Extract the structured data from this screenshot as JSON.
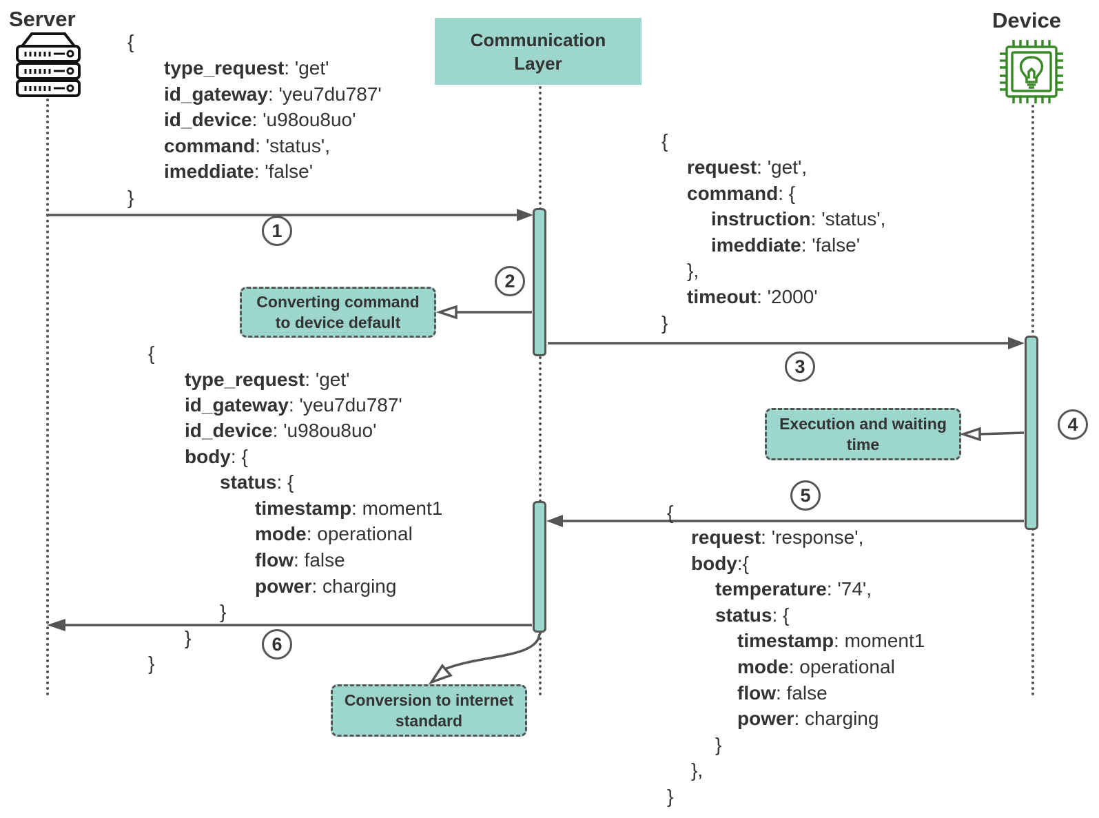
{
  "actors": {
    "server": "Server",
    "communication_layer_line1": "Communication",
    "communication_layer_line2": "Layer",
    "device": "Device"
  },
  "notes": {
    "converting_line1": "Converting command",
    "converting_line2": "to device default",
    "execution_line1": "Execution and waiting",
    "execution_line2": "time",
    "conversion_line1": "Conversion to internet",
    "conversion_line2": "standard"
  },
  "steps": [
    "1",
    "2",
    "3",
    "4",
    "5",
    "6"
  ],
  "colors": {
    "teal": "#9dd6cc",
    "line": "#555555",
    "device_icon": "#3a8a2a"
  },
  "icons": {
    "server": "server-icon",
    "device": "chip-lightbulb-icon"
  },
  "messages": {
    "request1": [
      {
        "k": "",
        "v": "{"
      },
      {
        "k": "type_request",
        "v": ": 'get'"
      },
      {
        "k": "id_gateway",
        "v": ": 'yeu7du787'"
      },
      {
        "k": "id_device",
        "v": ": 'u98ou8uo'"
      },
      {
        "k": "command",
        "v": ": 'status',"
      },
      {
        "k": "imeddiate",
        "v": ": 'false'"
      },
      {
        "k": "",
        "v": "}"
      }
    ],
    "request3": [
      {
        "k": "",
        "v": "{"
      },
      {
        "k": "request",
        "v": ": 'get',"
      },
      {
        "k": "command",
        "v": ": {"
      },
      {
        "k": "instruction",
        "v": ": 'status',"
      },
      {
        "k": "imeddiate",
        "v": ": 'false'"
      },
      {
        "k": "",
        "v": "},"
      },
      {
        "k": "timeout",
        "v": ": '2000'"
      },
      {
        "k": "",
        "v": "}"
      }
    ],
    "response5": [
      {
        "k": "",
        "v": "{"
      },
      {
        "k": "request",
        "v": ": 'response',"
      },
      {
        "k": "body",
        "v": ":{"
      },
      {
        "k": "temperature",
        "v": ": '74',"
      },
      {
        "k": "status",
        "v": ": {"
      },
      {
        "k": "timestamp",
        "v": ": moment1"
      },
      {
        "k": "mode",
        "v": ": operational"
      },
      {
        "k": "flow",
        "v": ": false"
      },
      {
        "k": "power",
        "v": ": charging"
      },
      {
        "k": "",
        "v": "}"
      },
      {
        "k": "",
        "v": "},"
      },
      {
        "k": "",
        "v": "}"
      }
    ],
    "response6": [
      {
        "k": "",
        "v": "{"
      },
      {
        "k": "type_request",
        "v": ": 'get'"
      },
      {
        "k": "id_gateway",
        "v": ": 'yeu7du787'"
      },
      {
        "k": "id_device",
        "v": ": 'u98ou8uo'"
      },
      {
        "k": "body",
        "v": ": {"
      },
      {
        "k": "status",
        "v": ": {"
      },
      {
        "k": "timestamp",
        "v": ": moment1"
      },
      {
        "k": "mode",
        "v": ": operational"
      },
      {
        "k": "flow",
        "v": ": false"
      },
      {
        "k": "power",
        "v": ": charging"
      },
      {
        "k": "",
        "v": "}"
      },
      {
        "k": "",
        "v": "}"
      },
      {
        "k": "",
        "v": "}"
      }
    ]
  }
}
